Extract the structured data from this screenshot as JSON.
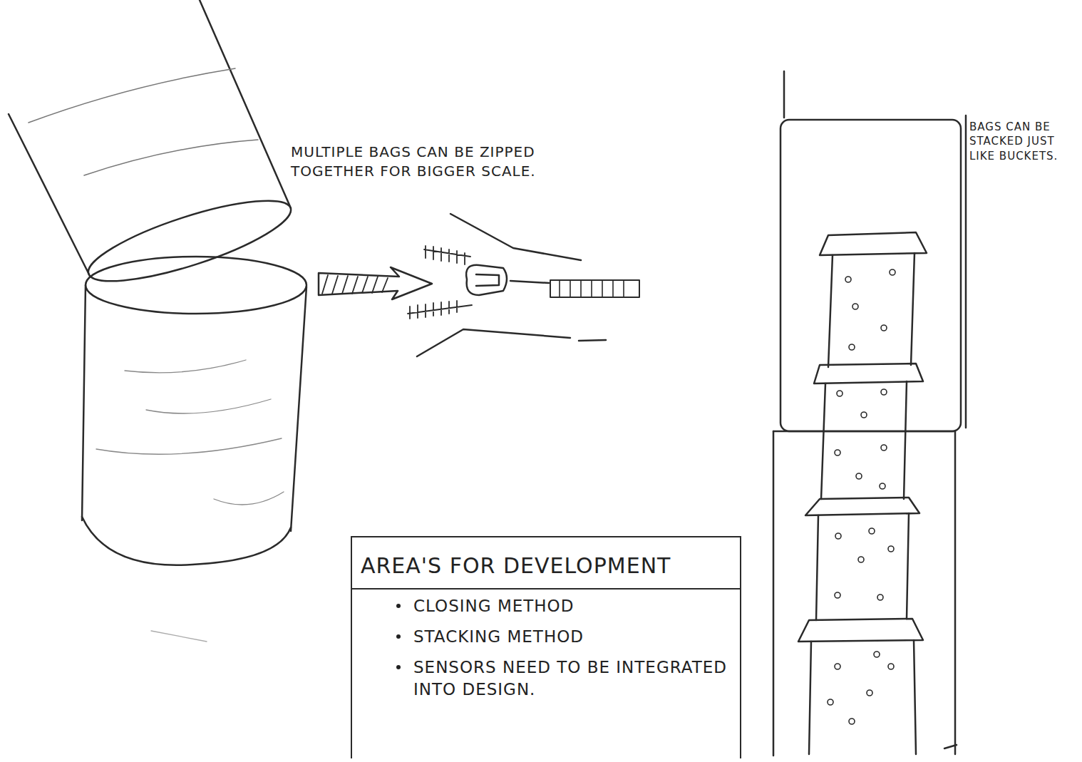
{
  "diagram": {
    "nodes": [
      {
        "text": [
          "AREA'S FOR DEVELOPMENT",
          "CLOSING METHOD",
          "STACKING METHOD",
          "SENSORS NEED TO BE INTEGRATED INTO DESIGN."
        ]
      }
    ],
    "edges": [],
    "labels": [
      "MULTIPLE BAGS CAN BE ZIPPED TOGETHER FOR BIGGER SCALE.",
      "BAGS CAN BE STACKED JUST LIKE BUCKETS."
    ]
  }
}
